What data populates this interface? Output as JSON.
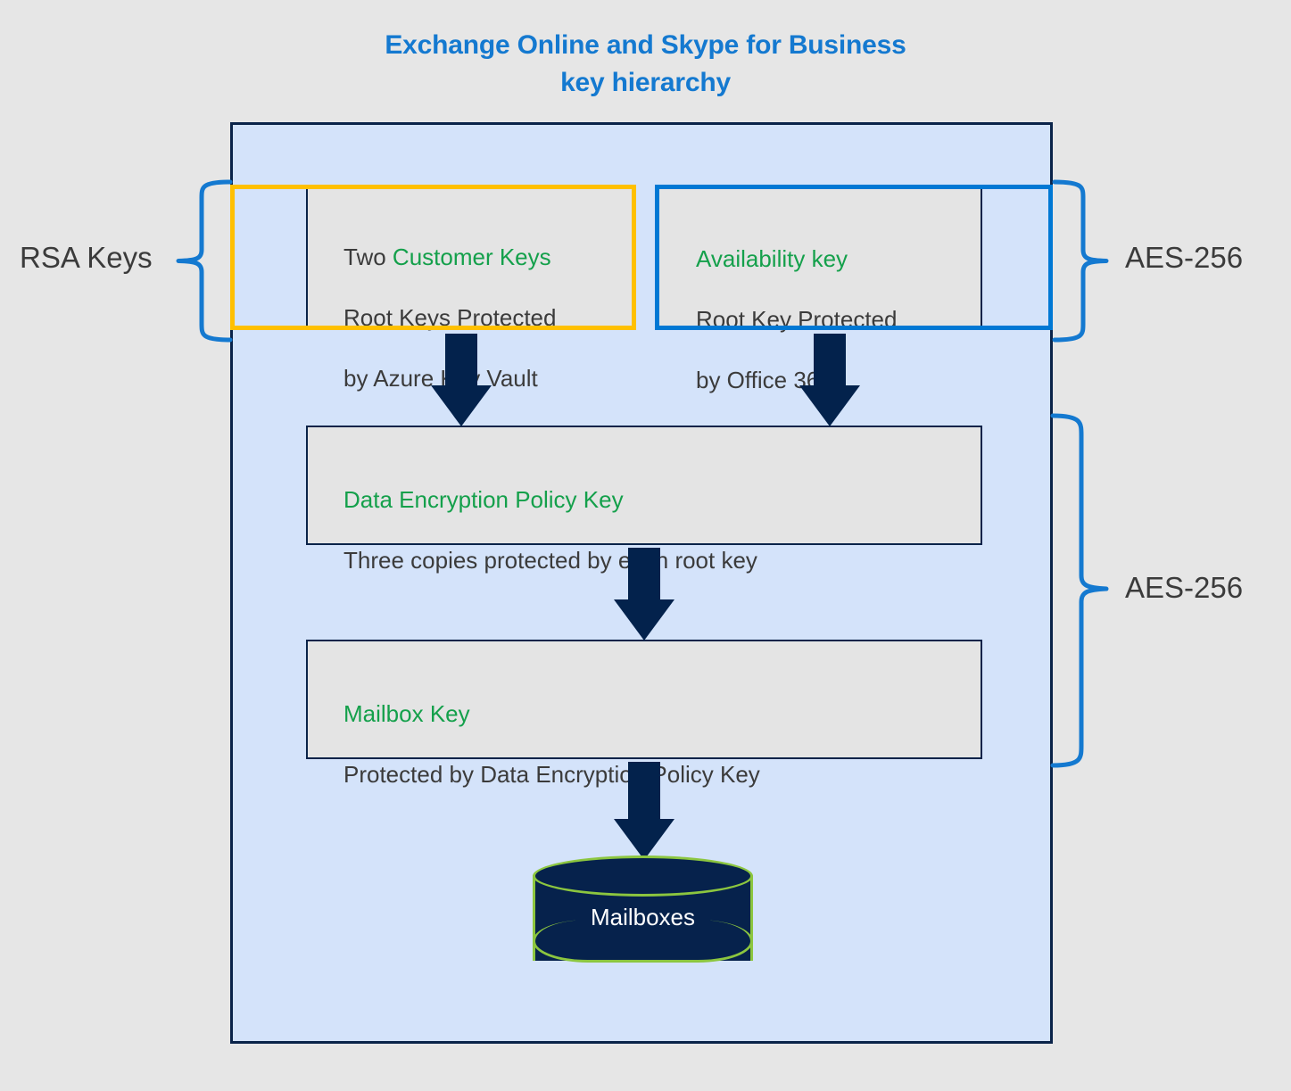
{
  "diagram": {
    "title_line1": "Exchange Online and Skype for Business",
    "title_line2": "key hierarchy",
    "background_color": "#e6e6e6",
    "container_fill": "#d4e3fa",
    "container_border": "#0a2349",
    "accent_green": "#14a04b",
    "accent_blue": "#0078d4",
    "accent_yellow": "#ffc000",
    "accent_navy": "#03224c",
    "accent_lime": "#8cc63f"
  },
  "boxes": {
    "customer_keys": {
      "heading_prefix": "Two ",
      "heading": "Customer Keys",
      "line2": "Root Keys Protected",
      "line3": "by Azure Key Vault",
      "outline_color": "#ffc000"
    },
    "availability_key": {
      "heading": "Availability key",
      "line2": "Root Key Protected",
      "line3": "by Office 365",
      "outline_color": "#0078d4"
    },
    "data_encryption_policy_key": {
      "heading": "Data Encryption Policy Key",
      "line2": "Three copies protected by each root key"
    },
    "mailbox_key": {
      "heading": "Mailbox Key",
      "line2": "Protected by Data Encryption Policy Key"
    },
    "mailboxes_store": {
      "label": "Mailboxes"
    }
  },
  "annotations": {
    "left_brace_label": "RSA Keys",
    "right_brace_top_label": "AES-256",
    "right_brace_mid_label": "AES-256"
  },
  "icons": {
    "brace_left": "curly-brace-icon",
    "brace_right": "curly-brace-icon",
    "arrow_down": "arrow-down-icon",
    "database": "database-cylinder-icon"
  }
}
